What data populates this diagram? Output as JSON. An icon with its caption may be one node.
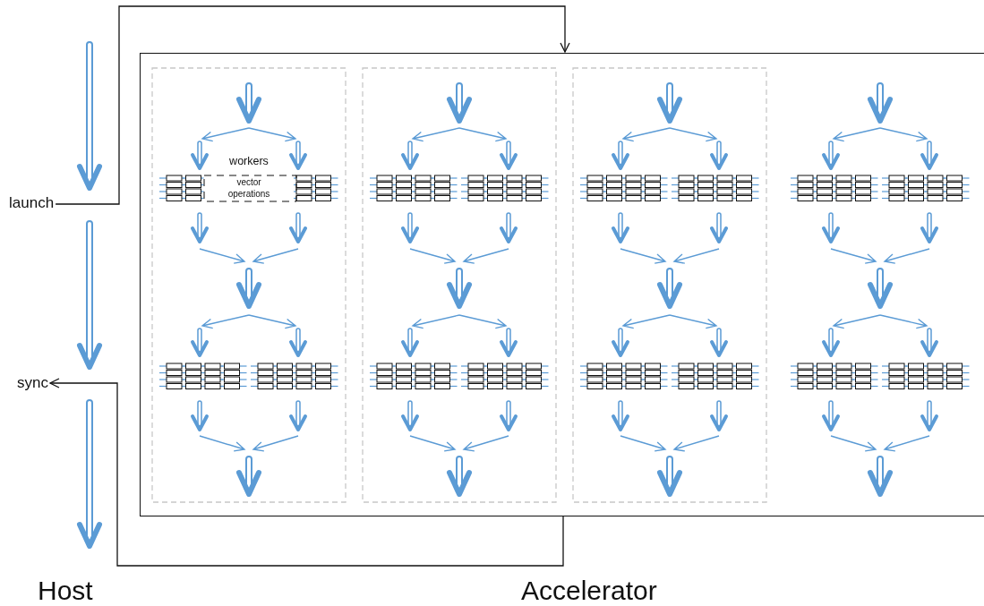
{
  "diagram": {
    "nodes": [
      {
        "text": [
          "launch"
        ]
      },
      {
        "text": [
          "sync"
        ]
      },
      {
        "text": [],
        "shape": "box"
      }
    ],
    "edges": [
      {
        "from": 0,
        "to": 2,
        "arrow": "to"
      },
      {
        "from": 2,
        "to": 1,
        "arrow": "to"
      }
    ],
    "labels": [
      "workers",
      "vector operations",
      "Host",
      "Accelerator"
    ]
  }
}
